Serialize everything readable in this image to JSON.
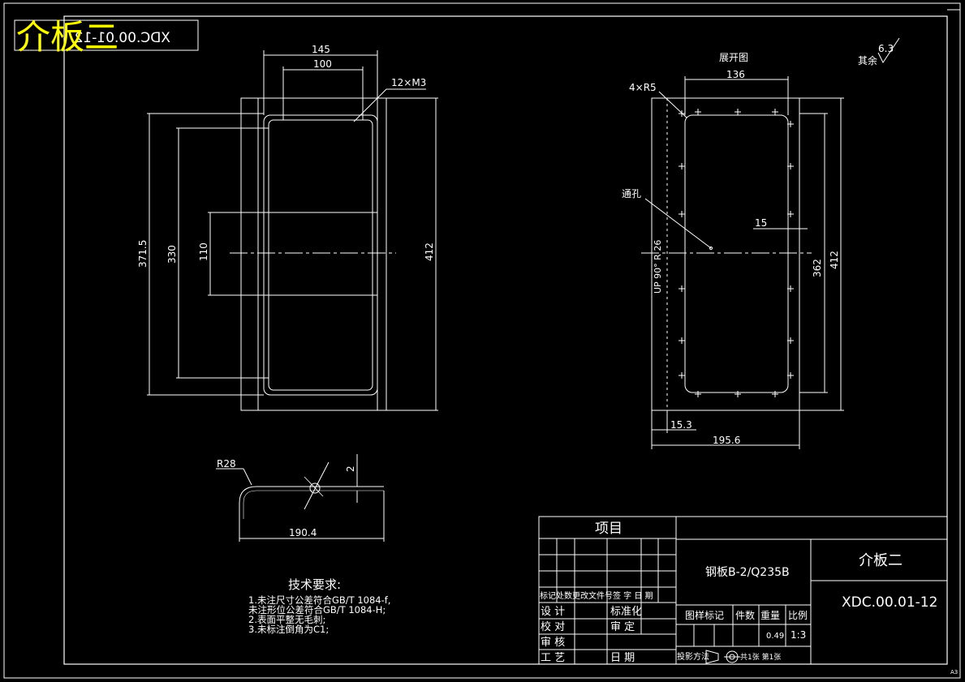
{
  "header": {
    "title_overlay": "介板二",
    "drawing_no_mirrored": "XDC.00.01-12"
  },
  "front_view": {
    "dim_width_outer": "145",
    "dim_width_inner": "100",
    "thread_callout": "12×M3",
    "dim_height_total": "412",
    "dim_height_a": "371.5",
    "dim_height_b": "330",
    "dim_height_c": "110"
  },
  "flat_view": {
    "title": "展开图",
    "dim_width_inner": "136",
    "corner_callout": "4×R5",
    "hole_note": "通孔",
    "dim_offset": "15",
    "dim_height_inner": "362",
    "dim_height_total": "412",
    "fold_note": "UP  90°  R 26",
    "dim_bottom_a": "15.3",
    "dim_bottom_b": "195.6"
  },
  "roughness": {
    "label": "其余",
    "value": "6.3"
  },
  "section_view": {
    "radius": "R28",
    "thickness": "2",
    "length": "190.4"
  },
  "tech_notes": {
    "heading": "技术要求:",
    "lines": [
      "1.未注尺寸公差符合GB/T 1084-f,",
      "  未注形位公差符合GB/T 1084-H;",
      "2.表面平整无毛刺;",
      "3.未标注倒角为C1;"
    ]
  },
  "title_block": {
    "project_label": "项目",
    "material": "钢板B-2/Q235B",
    "part_name": "介板二",
    "drawing_no": "XDC.00.01-12",
    "change_header": "标记处数更改文件号签 字 日 期",
    "rows": [
      "设 计",
      "校 对",
      "审 核",
      "工 艺"
    ],
    "approval": [
      "标准化",
      "审 定",
      "",
      "日 期"
    ],
    "cols_header": [
      "图样标记",
      "件数",
      "重量",
      "比例"
    ],
    "weight": "0.49",
    "scale": "1:3",
    "projection_label": "投影方法",
    "sheet_info": "共1张 第1张",
    "paper_size": "A3"
  }
}
